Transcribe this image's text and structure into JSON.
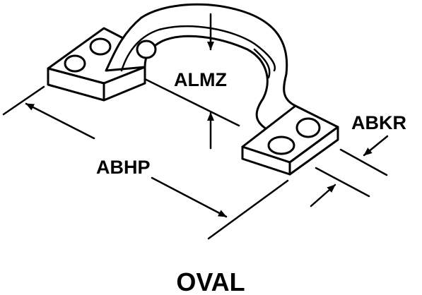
{
  "labels": {
    "almz": "ALMZ",
    "abhp": "ABHP",
    "abkr": "ABKR"
  },
  "caption": "OVAL"
}
